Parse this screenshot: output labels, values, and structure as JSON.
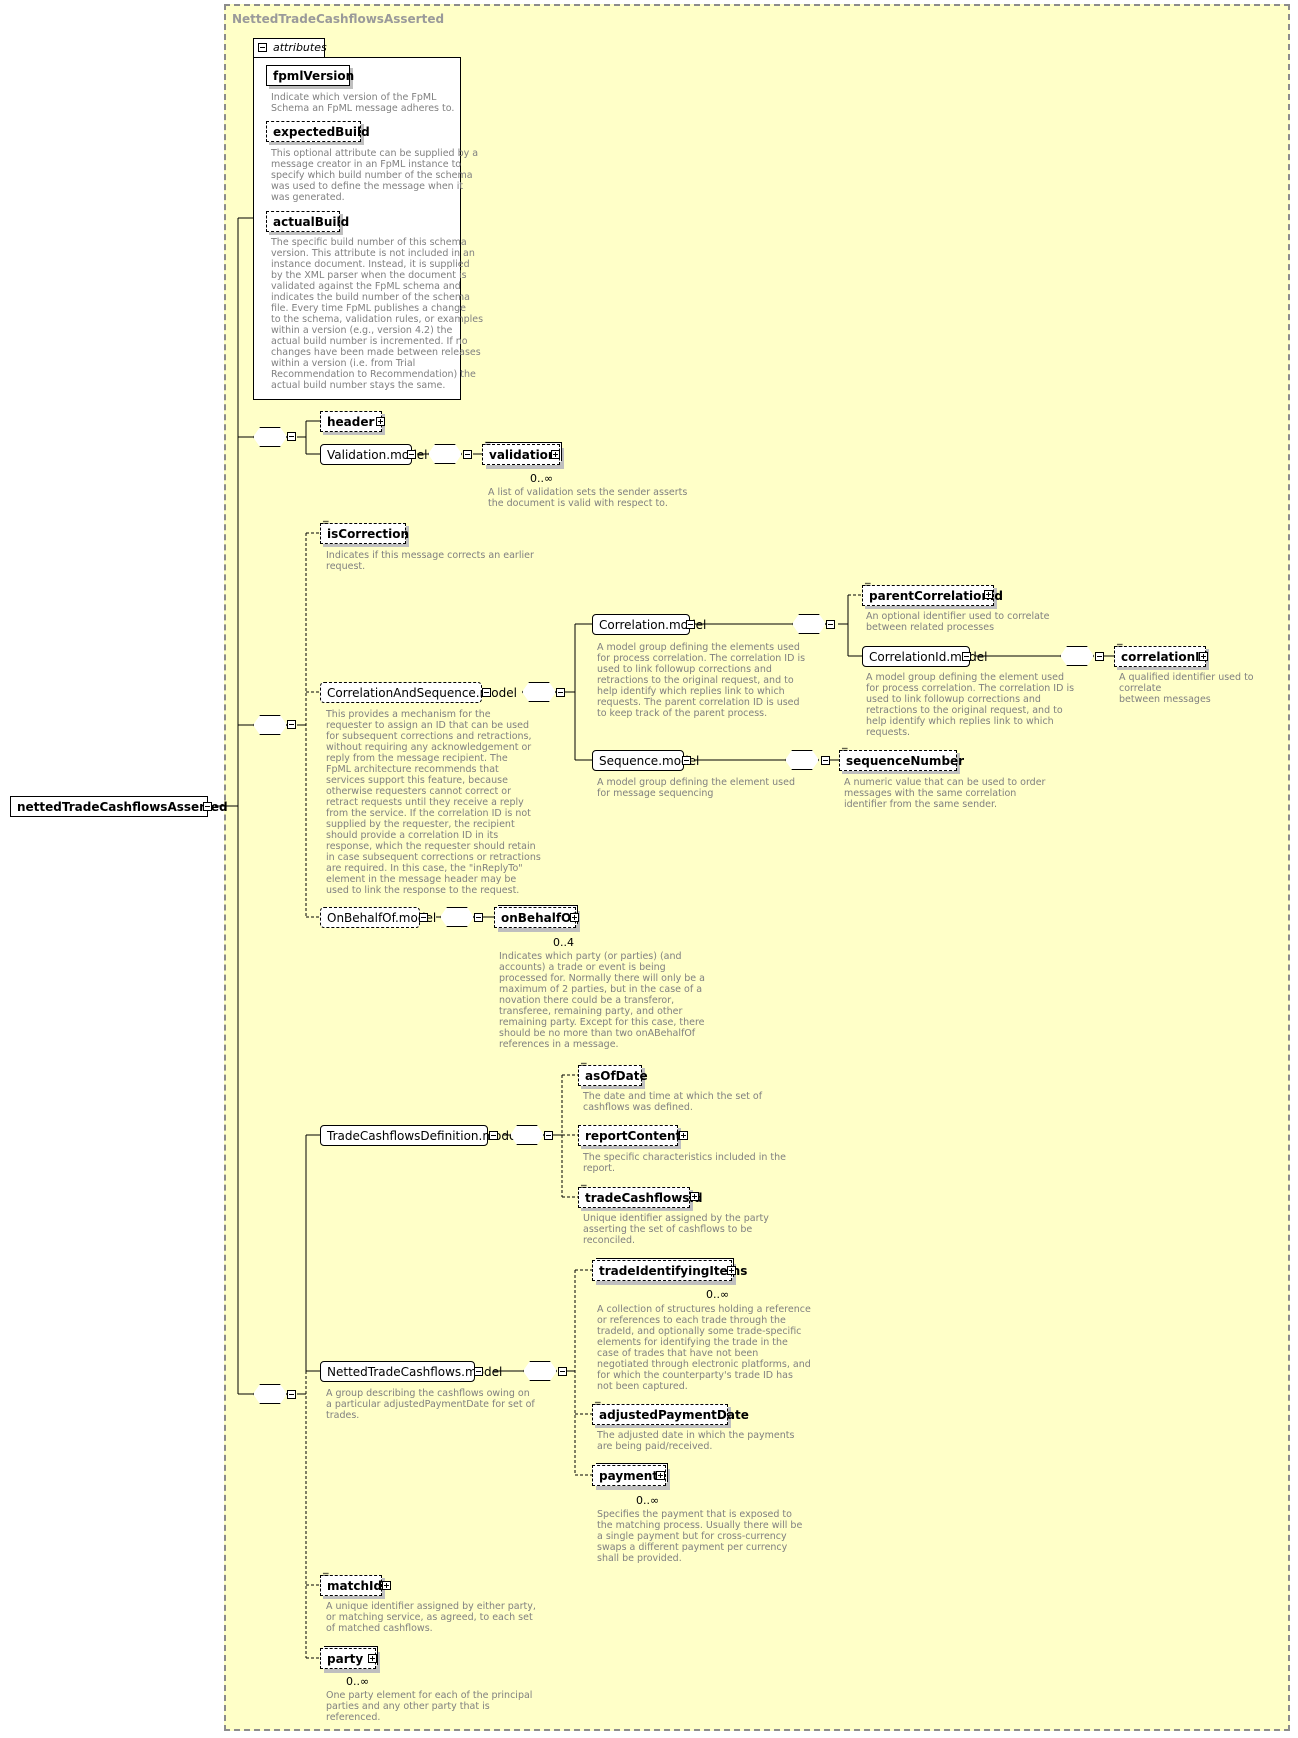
{
  "diagram": {
    "frame_title": "NettedTradeCashflowsAsserted",
    "root": "nettedTradeCashflowsAsserted",
    "attributes_label": "attributes",
    "attributes": [
      {
        "name": "fpmlVersion",
        "desc": "Indicate which version of the FpML\nSchema an FpML message adheres to."
      },
      {
        "name": "expectedBuild",
        "desc": "This optional attribute can be supplied by a\nmessage creator in an FpML instance to\nspecify which build number of the schema\nwas used to define the message when it\nwas generated."
      },
      {
        "name": "actualBuild",
        "desc": "The specific build number of this schema\nversion. This attribute is not included in an\ninstance document. Instead, it is supplied\nby the XML parser when the document is\nvalidated against the FpML schema and\nindicates the build number of the schema\nfile. Every time FpML publishes a change\nto the schema, validation rules, or examples\nwithin a version (e.g., version 4.2) the\nactual build number is incremented. If no\nchanges have been made between releases\nwithin a version (i.e. from Trial\nRecommendation to Recommendation) the\nactual build number stays the same."
      }
    ],
    "header": "header",
    "validation_model": "Validation.model",
    "validation": "validation",
    "validation_card": "0..∞",
    "validation_desc": "A list of validation sets the sender asserts\nthe document is valid with respect to.",
    "isCorrection": "isCorrection",
    "isCorrection_desc": "Indicates if this message corrects an earlier\nrequest.",
    "correlationAndSequence_model": "CorrelationAndSequence.model",
    "correlationAndSequence_desc": "This provides a mechanism for the\nrequester to assign an ID that can be used\nfor subsequent corrections and retractions,\nwithout requiring any acknowledgement or\nreply from the message recipient. The\nFpML architecture recommends that\nservices support this feature, because\notherwise requesters cannot correct or\nretract requests until they receive a reply\nfrom the service. If the correlation ID is not\nsupplied by the requester, the recipient\nshould provide a correlation ID in its\nresponse, which the requester should retain\nin case subsequent corrections or retractions\nare required. In this case, the \"inReplyTo\"\nelement in the message header may be\nused to link the response to the request.",
    "correlation_model": "Correlation.model",
    "correlation_model_desc": "A model group defining the elements used\nfor process correlation. The correlation ID is\nused to link followup corrections and\nretractions to the original request, and to\nhelp identify which replies link to which\nrequests. The parent correlation ID is used\nto keep track of the parent process.",
    "parentCorrelationId": "parentCorrelationId",
    "parentCorrelationId_desc": "An optional identifier used to correlate\nbetween related processes",
    "correlationId_model": "CorrelationId.model",
    "correlationId_model_desc": "A model group defining the element used\nfor process correlation. The correlation ID is\nused to link followup corrections and\nretractions to the original request, and to\nhelp identify which replies link to which\nrequests.",
    "correlationId": "correlationId",
    "correlationId_desc": "A qualified identifier used to correlate\nbetween messages",
    "sequence_model": "Sequence.model",
    "sequence_model_desc": "A model group defining the element used\nfor message sequencing",
    "sequenceNumber": "sequenceNumber",
    "sequenceNumber_desc": "A numeric value that can be used to order\nmessages with the same correlation\nidentifier from the same sender.",
    "onBehalfOf_model": "OnBehalfOf.model",
    "onBehalfOf": "onBehalfOf",
    "onBehalfOf_card": "0..4",
    "onBehalfOf_desc": "Indicates which party (or parties) (and\naccounts) a trade or event is being\nprocessed for. Normally there will only be a\nmaximum of 2 parties, but in the case of a\nnovation there could be a transferor,\ntransferee, remaining party, and other\nremaining party. Except for this case, there\nshould be no more than two onABehalfOf\nreferences in a message.",
    "tradeCashflowsDefinition_model": "TradeCashflowsDefinition.model",
    "asOfDate": "asOfDate",
    "asOfDate_desc": "The date and time at which the set of\ncashflows was defined.",
    "reportContents": "reportContents",
    "reportContents_desc": "The specific characteristics included in the\nreport.",
    "tradeCashflowsId": "tradeCashflowsId",
    "tradeCashflowsId_desc": "Unique identifier assigned by the party\nasserting the set of cashflows to be\nreconciled.",
    "nettedTradeCashflows_model": "NettedTradeCashflows.model",
    "nettedTradeCashflows_desc": "A group describing the cashflows owing on\na particular adjustedPaymentDate for set of\ntrades.",
    "tradeIdentifyingItems": "tradeIdentifyingItems",
    "tradeIdentifyingItems_card": "0..∞",
    "tradeIdentifyingItems_desc": "A collection of structures holding a reference\nor references to each trade through the\ntradeId, and optionally some trade-specific\nelements for identifying the trade in the\ncase of trades that have not been\nnegotiated through electronic platforms, and\nfor which the counterparty's trade ID has\nnot been captured.",
    "adjustedPaymentDate": "adjustedPaymentDate",
    "adjustedPaymentDate_desc": "The adjusted date in which the payments\nare being paid/received.",
    "payment": "payment",
    "payment_card": "0..∞",
    "payment_desc": "Specifies the payment that is exposed to\nthe matching process. Usually there will be\na single payment but for cross-currency\nswaps a different payment per currency\nshall be provided.",
    "matchId": "matchId",
    "matchId_desc": "A unique identifier assigned by either party,\nor matching service, as agreed, to each set\nof matched cashflows.",
    "party": "party",
    "party_card": "0..∞",
    "party_desc": "One party element for each of the principal\nparties and any other party that is\nreferenced."
  }
}
